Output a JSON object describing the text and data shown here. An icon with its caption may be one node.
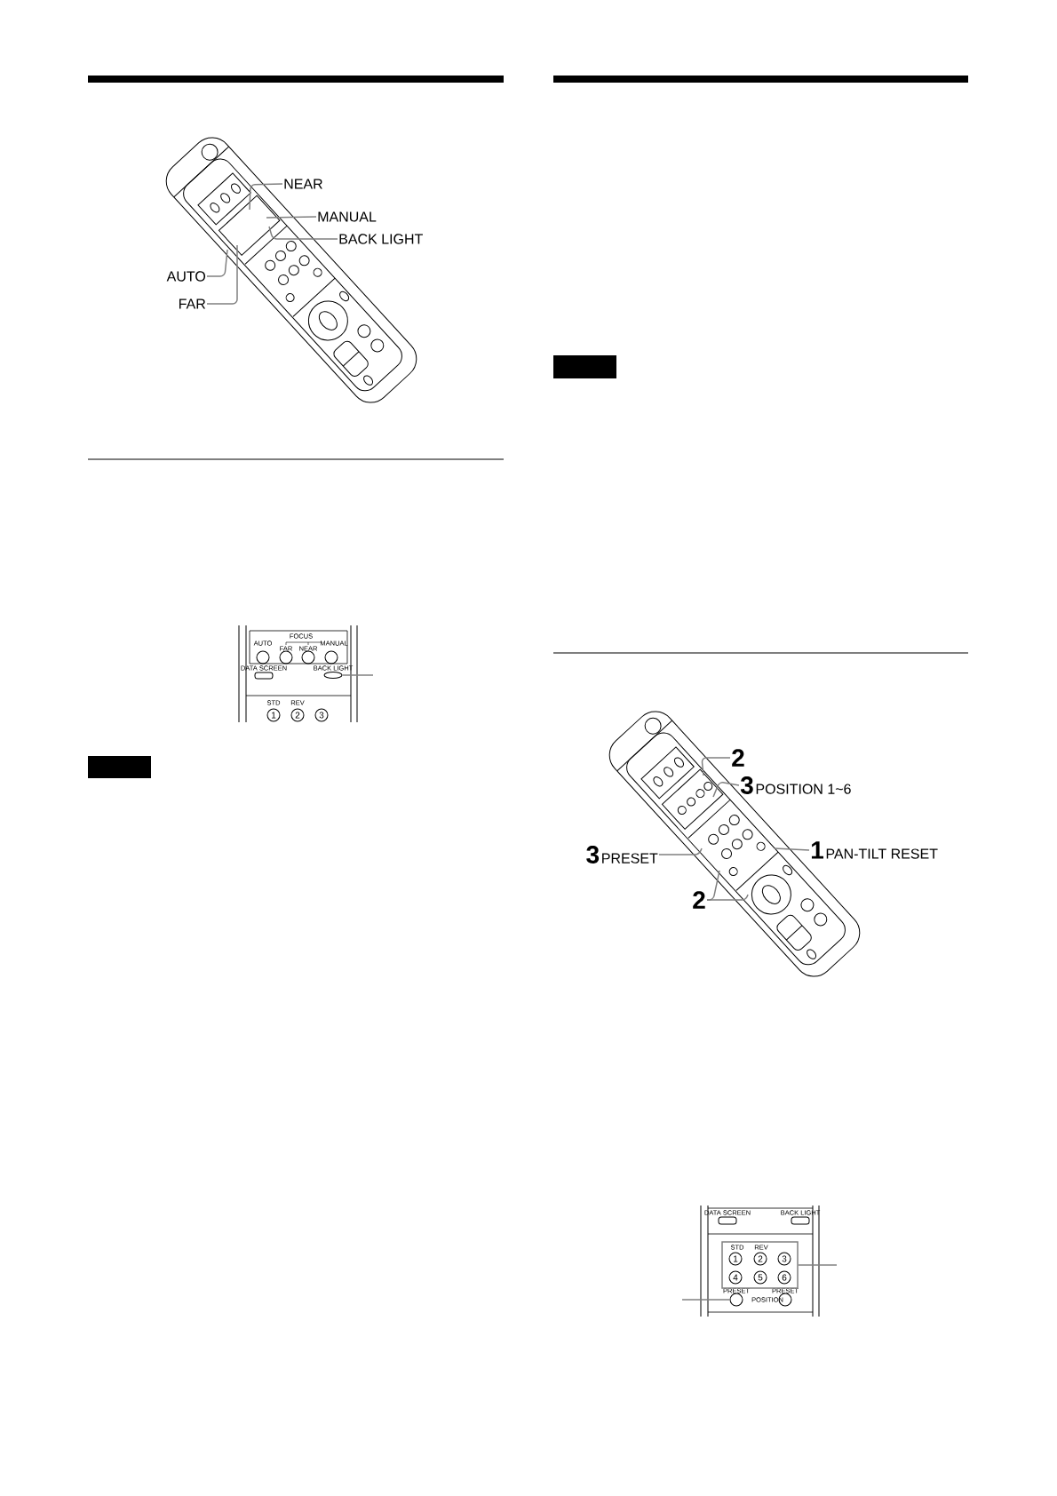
{
  "diagram": {
    "nodes": [
      {
        "text": [
          "NEAR"
        ]
      },
      {
        "text": [
          "MANUAL"
        ]
      },
      {
        "text": [
          "BACK LIGHT"
        ]
      },
      {
        "text": [
          "AUTO"
        ]
      },
      {
        "text": [
          "FAR"
        ]
      },
      {
        "text": [],
        "shape": "ellipse"
      },
      {
        "text": [
          "2"
        ]
      },
      {
        "text": [
          "3",
          "POSITION 1~6"
        ]
      },
      {
        "text": [
          "1",
          "PAN-TILT RESET"
        ]
      },
      {
        "text": [
          "3",
          "PRESET"
        ]
      },
      {
        "text": [
          "2"
        ]
      },
      {
        "text": [],
        "shape": "box"
      },
      {
        "text": [],
        "shape": "circle"
      }
    ],
    "edges": [
      {
        "from": 0,
        "to": null,
        "arrow": "none"
      },
      {
        "from": 1,
        "to": null,
        "arrow": "none"
      },
      {
        "from": 2,
        "to": null,
        "arrow": "none"
      },
      {
        "from": 3,
        "to": null,
        "arrow": "none"
      },
      {
        "from": 4,
        "to": null,
        "arrow": "none"
      },
      {
        "from": 5,
        "to": null,
        "arrow": "none"
      },
      {
        "from": 6,
        "to": null,
        "arrow": "none"
      },
      {
        "from": 7,
        "to": null,
        "arrow": "none"
      },
      {
        "from": 8,
        "to": null,
        "arrow": "none"
      },
      {
        "from": 9,
        "to": null,
        "arrow": "none"
      },
      {
        "from": 10,
        "to": null,
        "arrow": "none"
      },
      {
        "from": 10,
        "to": null,
        "arrow": "none"
      },
      {
        "from": 11,
        "to": null,
        "arrow": "none"
      },
      {
        "from": 12,
        "to": null,
        "arrow": "none"
      }
    ],
    "labels": [
      "FOCUS",
      "AUTO",
      "FAR",
      "NEAR",
      "MANUAL",
      "DATA SCREEN",
      "BACK LIGHT",
      "STD",
      "REV",
      "1",
      "2",
      "3",
      "DATA SCREEN",
      "BACK LIGHT",
      "STD",
      "REV",
      "1",
      "2",
      "3",
      "4",
      "5",
      "6",
      "PRESET",
      "POSITION",
      "PRESET"
    ]
  }
}
